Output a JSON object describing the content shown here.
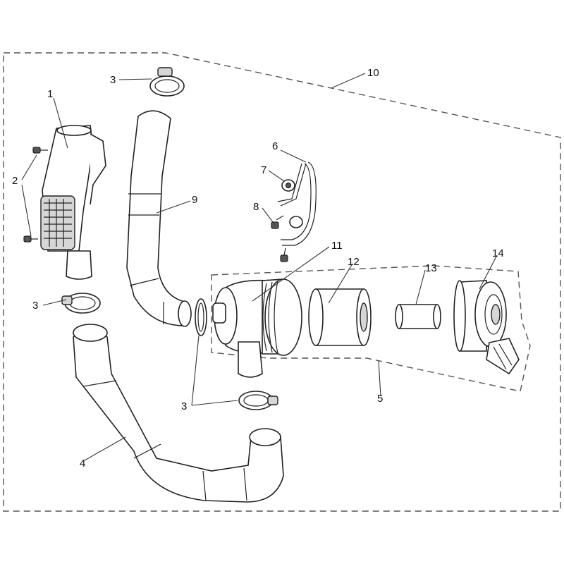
{
  "callouts": {
    "c1": "1",
    "c2": "2",
    "c3_top": "3",
    "c3_left": "3",
    "c3_bottom": "3",
    "c4": "4",
    "c5": "5",
    "c6": "6",
    "c7": "7",
    "c8": "8",
    "c9": "9",
    "c10": "10",
    "c11": "11",
    "c12": "12",
    "c13": "13",
    "c14": "14"
  },
  "colors": {
    "line": "#222222",
    "shade": "#d6d6d6",
    "background": "#ffffff"
  }
}
